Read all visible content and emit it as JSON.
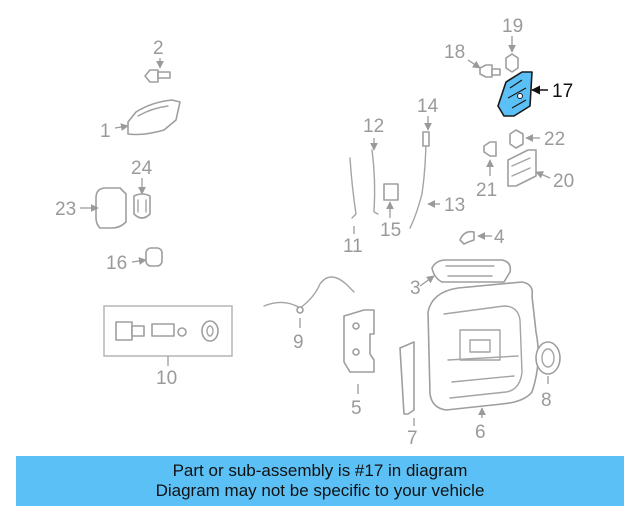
{
  "diagram": {
    "callouts": [
      "1",
      "2",
      "3",
      "4",
      "5",
      "6",
      "7",
      "8",
      "9",
      "10",
      "11",
      "12",
      "13",
      "14",
      "15",
      "16",
      "17",
      "18",
      "19",
      "20",
      "21",
      "22",
      "23",
      "24"
    ],
    "highlighted": "17",
    "highlight_color": "#5bc0f5"
  },
  "caption": {
    "line1": "Part or sub-assembly is #17 in diagram",
    "line2": "Diagram may not be specific to your vehicle",
    "background": "#5bc0f5"
  }
}
